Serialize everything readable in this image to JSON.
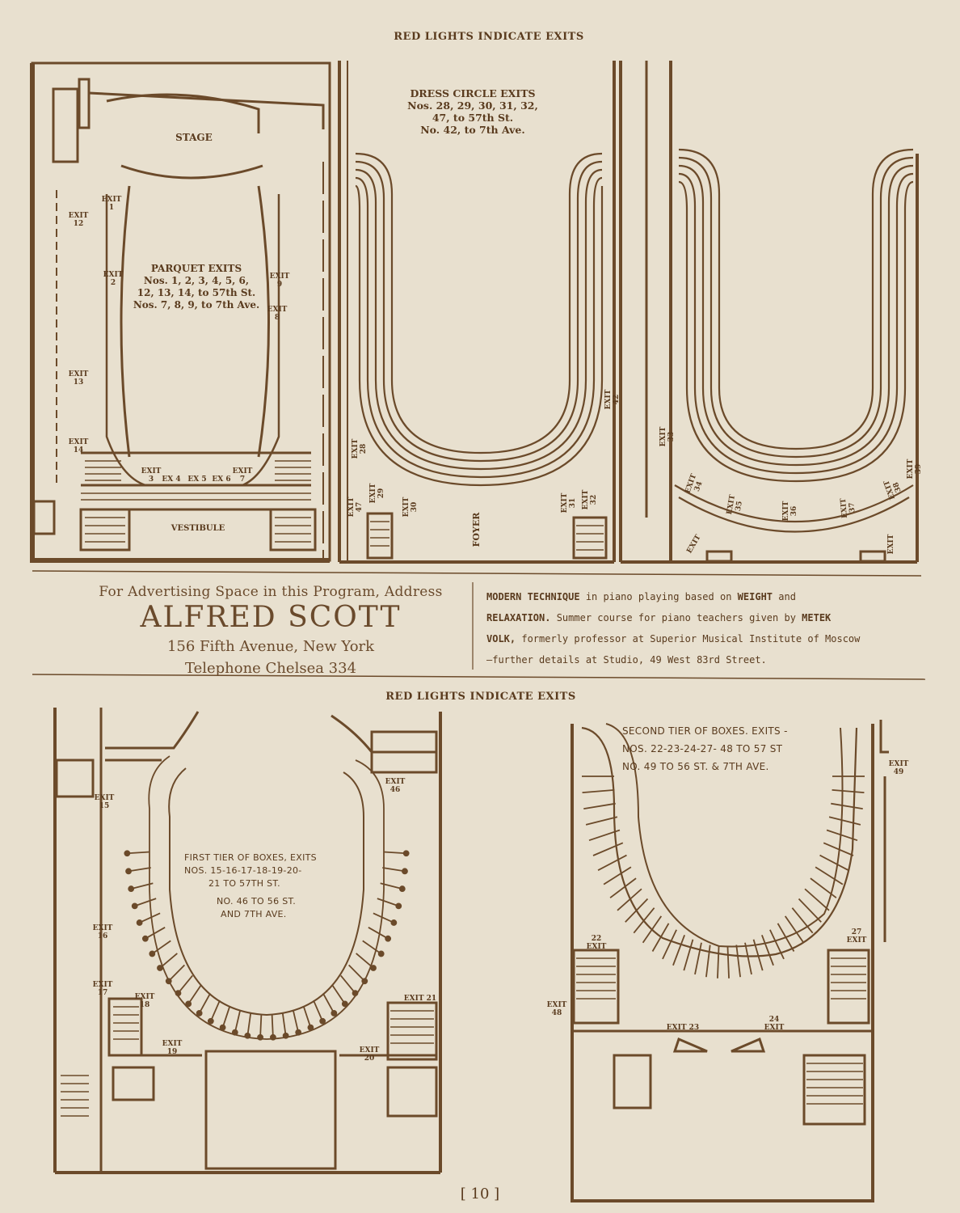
{
  "header_top": "RED LIGHTS INDICATE EXITS",
  "header_mid": "RED LIGHTS INDICATE EXITS",
  "page_number": "[ 10 ]",
  "parquet": {
    "stage": "STAGE",
    "vestibule": "VESTIBULE",
    "title": "PARQUET EXITS",
    "line1": "Nos. 1, 2, 3, 4, 5, 6,",
    "line2": "12, 13, 14, to 57th St.",
    "line3": "Nos. 7, 8, 9, to 7th Ave.",
    "exits": [
      "EXIT 1",
      "EXIT 2",
      "EXIT 12",
      "EXIT 13",
      "EXIT 14",
      "EXIT 3",
      "EX 4",
      "EX 5",
      "EX 6",
      "EXIT 7",
      "EXIT 8",
      "EXIT 9"
    ]
  },
  "dress_circle": {
    "title": "DRESS CIRCLE EXITS",
    "line1": "Nos. 28, 29, 30, 31, 32,",
    "line2": "47, to 57th St.",
    "line3": "No. 42, to 7th Ave.",
    "foyer": "FOYER",
    "exits": [
      "EXIT 28",
      "EXIT 29",
      "EXIT 30",
      "EXIT 31",
      "EXIT 32",
      "EXIT 47",
      "EXIT 42",
      "EXIT 33",
      "EXIT 34",
      "EXIT 35",
      "EXIT 36",
      "EXIT 37",
      "EXIT 38",
      "EXIT 39",
      "EXIT",
      "EXIT"
    ]
  },
  "ad_left": {
    "line1": "For Advertising Space in this Program, Address",
    "name": "ALFRED SCOTT",
    "address": "156 Fifth Avenue, New York",
    "phone": "Telephone Chelsea 334"
  },
  "ad_right": {
    "b1": "MODERN TECHNIQUE",
    "t1": " in piano playing based on ",
    "b2": "WEIGHT",
    "t2": " and",
    "b3": "RELAXATION.",
    "t3": " Summer course for piano teachers given by ",
    "b4": "METEK",
    "b5": "VOLK,",
    "t4": " formerly professor at Superior Musical Institute of Moscow",
    "t5": "—further details at Studio, 49 West 83rd Street."
  },
  "first_tier": {
    "line1": "FIRST TIER OF BOXES, EXITS",
    "line2": "NOS. 15-16-17-18-19-20-",
    "line3": "21 TO 57TH ST.",
    "line4": "NO. 46 TO 56 ST.",
    "line5": "AND 7TH AVE.",
    "exits": [
      "EXIT 15",
      "EXIT 16",
      "EXIT 17",
      "EXIT 18",
      "EXIT 19",
      "EXIT 20",
      "EXIT 21",
      "EXIT 46"
    ]
  },
  "second_tier": {
    "line1": "SECOND TIER OF BOXES. EXITS -",
    "line2": "NOS. 22-23-24-27- 48 TO 57 ST",
    "line3": "NO. 49 TO 56 ST. & 7TH AVE.",
    "exits": [
      "EXIT 49",
      "22 EXIT",
      "27 EXIT",
      "EXIT 48",
      "EXIT 23",
      "24 EXIT"
    ]
  }
}
